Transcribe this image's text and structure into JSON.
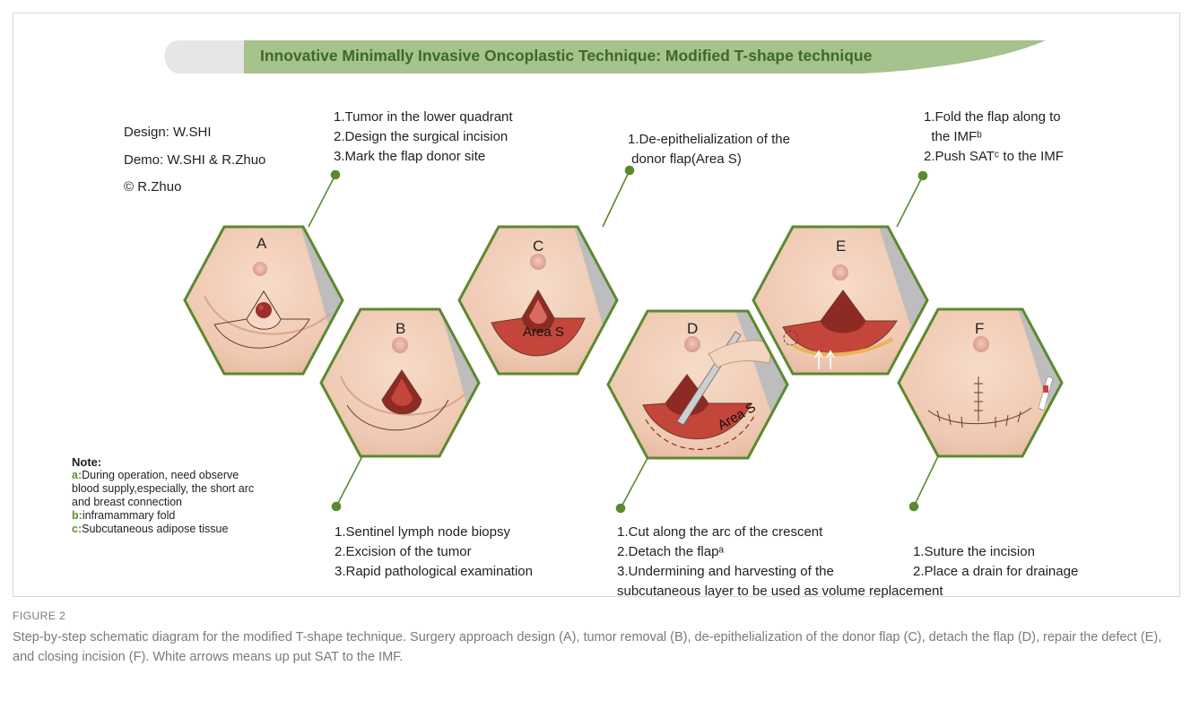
{
  "banner": {
    "title": "Innovative Minimally Invasive Oncoplastic Technique: Modified T-shape technique"
  },
  "credits": {
    "design": "Design: W.SHI",
    "demo": "Demo: W.SHI & R.Zhuo",
    "copyright": "© R.Zhuo"
  },
  "panels": [
    {
      "letter": "A",
      "steps": [
        "1.Tumor in the lower quadrant",
        "2.Design the surgical incision",
        "3.Mark the flap donor site"
      ]
    },
    {
      "letter": "B",
      "steps": [
        "1.Sentinel lymph node biopsy",
        "2.Excision of the tumor",
        "3.Rapid pathological examination"
      ]
    },
    {
      "letter": "C",
      "steps": [
        "1.De-epithelialization of the",
        " donor flap(Area S)"
      ],
      "area_label": "Area S"
    },
    {
      "letter": "D",
      "steps": [
        "1.Cut along the arc of the crescent",
        "2.Detach the flapᵃ",
        "3.Undermining and harvesting of the",
        "subcutaneous layer to be used as volume replacement"
      ],
      "area_label": "Area S"
    },
    {
      "letter": "E",
      "steps": [
        "1.Fold the flap along to",
        "  the IMFᵇ",
        "2.Push SATᶜ to the IMF"
      ]
    },
    {
      "letter": "F",
      "steps": [
        "1.Suture the incision",
        "2.Place a drain for drainage"
      ]
    }
  ],
  "note": {
    "title": "Note:",
    "items": [
      {
        "key": "a:",
        "lines": [
          "During operation, need observe",
          "blood supply,especially, the short arc",
          "and breast connection"
        ]
      },
      {
        "key": "b:",
        "lines": [
          "inframammary fold"
        ]
      },
      {
        "key": "c:",
        "lines": [
          "Subcutaneous adipose tissue"
        ]
      }
    ]
  },
  "caption": {
    "label": "FIGURE 2",
    "text": "Step-by-step schematic diagram for the modified T-shape technique. Surgery approach design (A), tumor removal (B), de-epithelialization of the donor flap (C), detach the flap (D), repair the defect (E), and closing incision (F). White arrows means up put SAT to the IMF."
  },
  "colors": {
    "hex_border": "#5b8a2e",
    "leader": "#5b8a2e",
    "banner": "#a6c28d",
    "banner_grey": "#e6e6e6",
    "skin": "#f1cdb9",
    "flap": "#c4453a",
    "wound": "#8e2a24"
  }
}
